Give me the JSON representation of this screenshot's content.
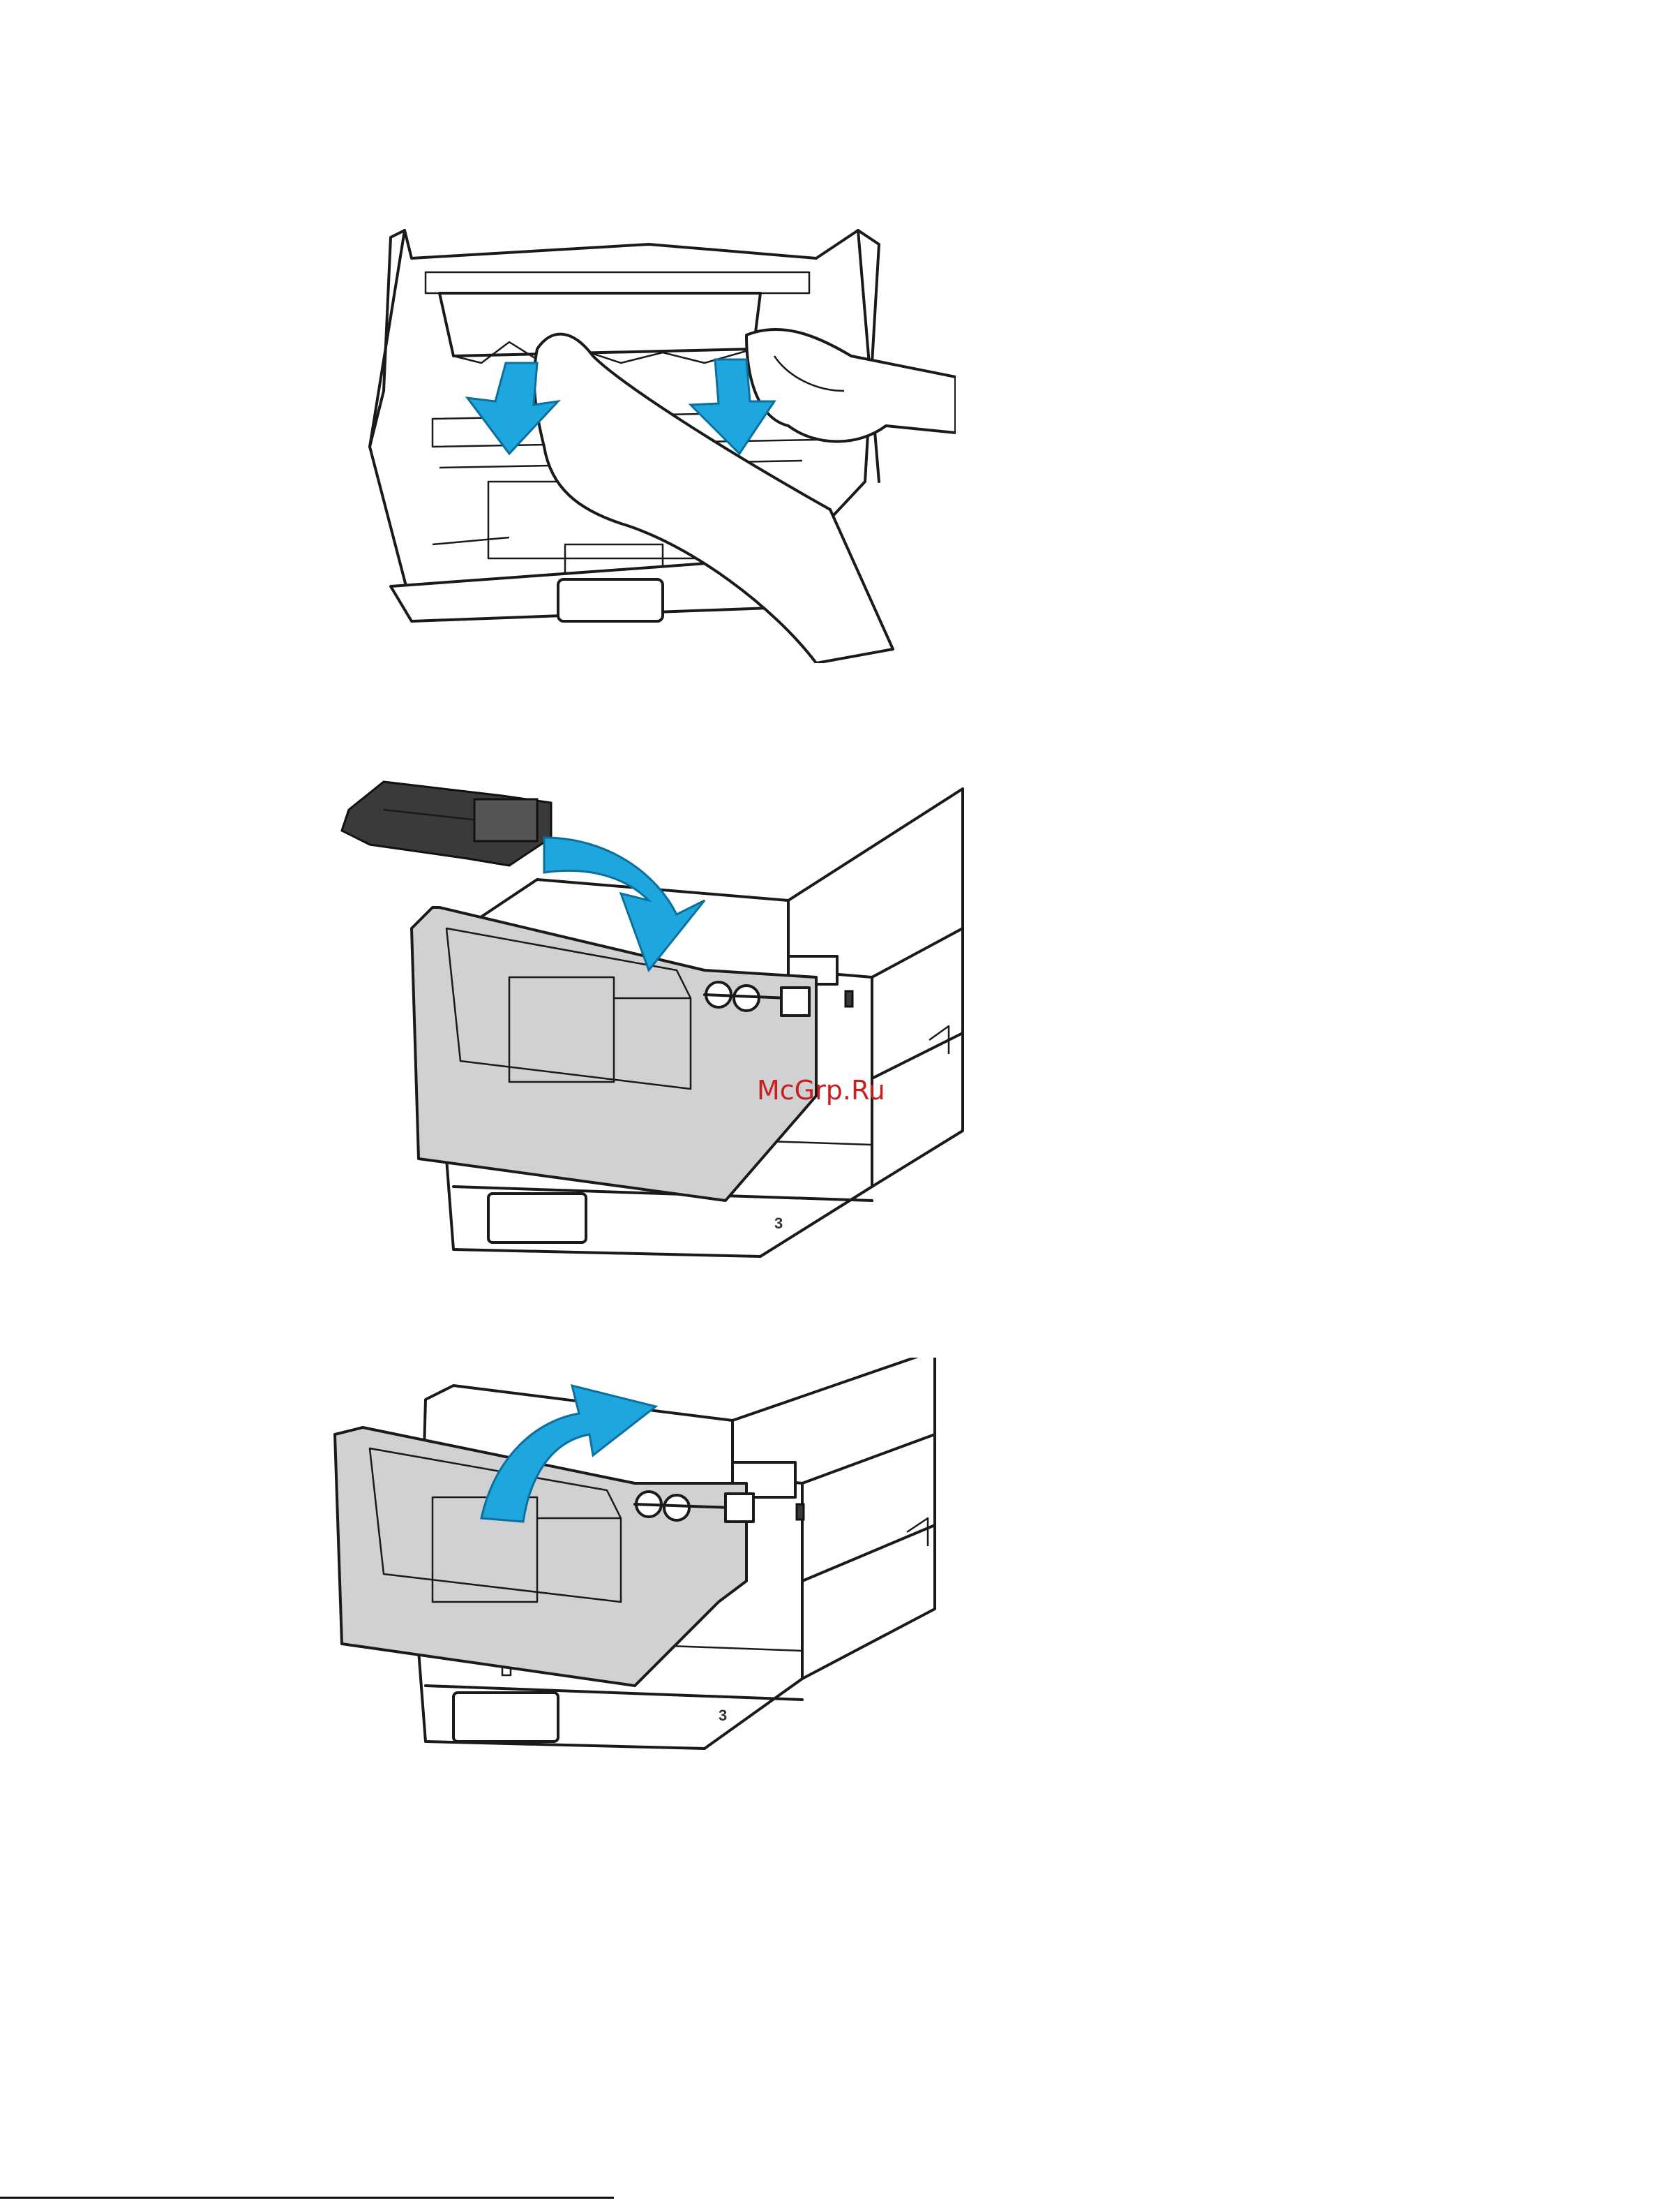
{
  "watermark": {
    "text": "McGrp.Ru",
    "color": "#c8201e"
  },
  "figures": [
    {
      "id": "fig-1",
      "icon": "clear-paper-jam-illustration"
    },
    {
      "id": "fig-2",
      "icon": "insert-toner-cartridge-illustration"
    },
    {
      "id": "fig-3",
      "icon": "close-front-door-illustration"
    }
  ],
  "tray_label": "3",
  "colors": {
    "arrow": "#1ea6de",
    "panel": "#cfd1d2"
  }
}
